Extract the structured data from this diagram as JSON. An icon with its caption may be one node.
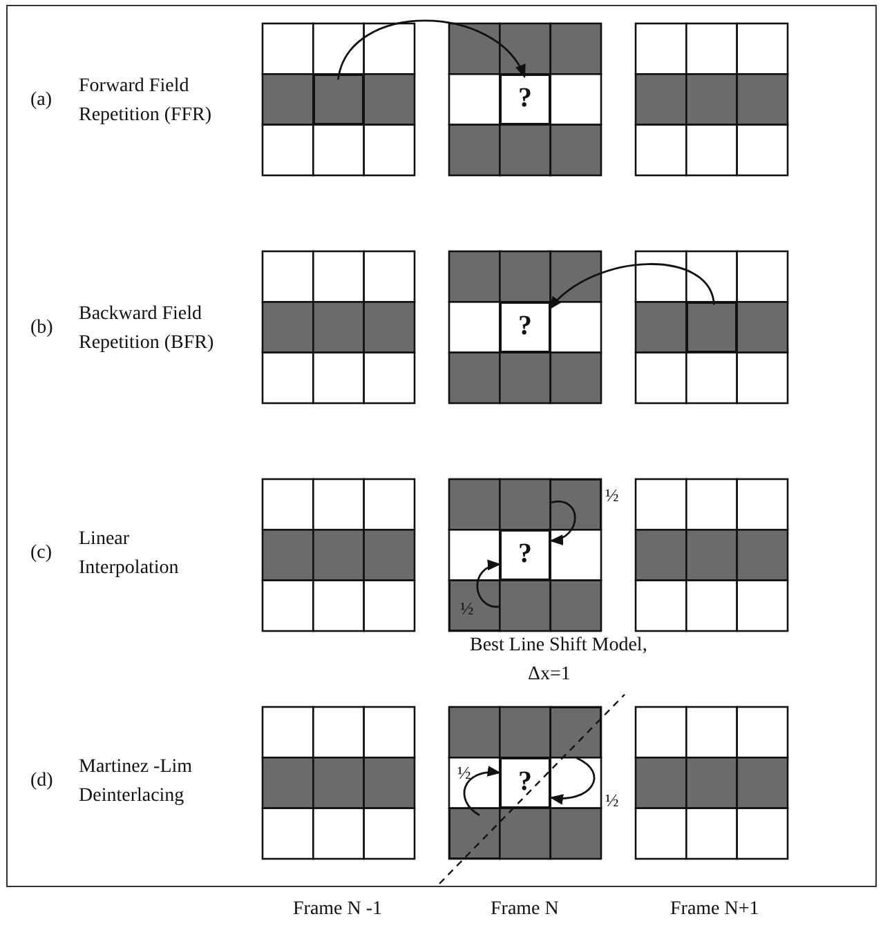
{
  "diagram": {
    "nodes": [
      {
        "text": [],
        "shape": "box"
      },
      {
        "text": [
          "?"
        ]
      },
      {
        "text": [
          "?"
        ]
      },
      {
        "text": [],
        "shape": "box"
      },
      {
        "text": [
          "?"
        ]
      },
      {
        "text": [],
        "shape": "box"
      },
      {
        "text": [],
        "shape": "box"
      },
      {
        "text": [
          "?"
        ]
      },
      {
        "text": [],
        "shape": "box"
      },
      {
        "text": [],
        "shape": "box"
      }
    ],
    "edges": [
      {
        "from": 0,
        "to": 1,
        "arrow": "to"
      },
      {
        "from": 3,
        "to": 2,
        "arrow": "to"
      },
      {
        "from": 5,
        "to": 4,
        "arrow": "to",
        "label": "½"
      },
      {
        "from": 6,
        "to": 4,
        "arrow": "to",
        "label": "½"
      },
      {
        "from": 8,
        "to": 7,
        "arrow": "to",
        "label": "½"
      },
      {
        "from": 9,
        "to": 7,
        "arrow": "to",
        "label": "½"
      }
    ],
    "labels": [
      "(a)",
      "Forward Field Repetition (FFR)",
      "(b)",
      "Backward Field Repetition (BFR)",
      "(c)",
      "Linear Interpolation",
      "Best Line Shift Model,",
      "Δx=1",
      "(d)",
      "Martinez -Lim Deinterlacing",
      "Frame N -1",
      "Frame N",
      "Frame N+1"
    ]
  }
}
